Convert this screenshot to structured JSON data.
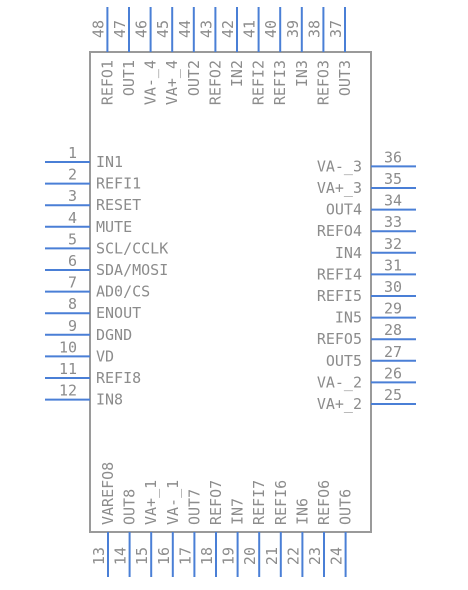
{
  "colors": {
    "pin": "#4a7fd6",
    "body": "#9a9a9a",
    "text": "#8c8c8c",
    "background": "#ffffff"
  },
  "pins": {
    "left": [
      {
        "num": "1",
        "name": "IN1"
      },
      {
        "num": "2",
        "name": "REFI1"
      },
      {
        "num": "3",
        "name": "RESET"
      },
      {
        "num": "4",
        "name": "MUTE"
      },
      {
        "num": "5",
        "name": "SCL/CCLK"
      },
      {
        "num": "6",
        "name": "SDA/MOSI"
      },
      {
        "num": "7",
        "name": "AD0/CS"
      },
      {
        "num": "8",
        "name": "ENOUT"
      },
      {
        "num": "9",
        "name": "DGND"
      },
      {
        "num": "10",
        "name": "VD"
      },
      {
        "num": "11",
        "name": "REFI8"
      },
      {
        "num": "12",
        "name": "IN8"
      }
    ],
    "bottom": [
      {
        "num": "13",
        "name": "VAREFO8"
      },
      {
        "num": "14",
        "name": "OUT8"
      },
      {
        "num": "15",
        "name": "VA+_1"
      },
      {
        "num": "16",
        "name": "VA-_1"
      },
      {
        "num": "17",
        "name": "OUT7"
      },
      {
        "num": "18",
        "name": "REFO7"
      },
      {
        "num": "19",
        "name": "IN7"
      },
      {
        "num": "20",
        "name": "REFI7"
      },
      {
        "num": "21",
        "name": "REFI6"
      },
      {
        "num": "22",
        "name": "IN6"
      },
      {
        "num": "23",
        "name": "REFO6"
      },
      {
        "num": "24",
        "name": "OUT6"
      }
    ],
    "right": [
      {
        "num": "25",
        "name": "VA+_2"
      },
      {
        "num": "26",
        "name": "VA-_2"
      },
      {
        "num": "27",
        "name": "OUT5"
      },
      {
        "num": "28",
        "name": "REFO5"
      },
      {
        "num": "29",
        "name": "IN5"
      },
      {
        "num": "30",
        "name": "REFI5"
      },
      {
        "num": "31",
        "name": "REFI4"
      },
      {
        "num": "32",
        "name": "IN4"
      },
      {
        "num": "33",
        "name": "REFO4"
      },
      {
        "num": "34",
        "name": "OUT4"
      },
      {
        "num": "35",
        "name": "VA+_3"
      },
      {
        "num": "36",
        "name": "VA-_3"
      }
    ],
    "top": [
      {
        "num": "37",
        "name": "OUT3"
      },
      {
        "num": "38",
        "name": "REFO3"
      },
      {
        "num": "39",
        "name": "IN3"
      },
      {
        "num": "40",
        "name": "REFI3"
      },
      {
        "num": "41",
        "name": "REFI2"
      },
      {
        "num": "42",
        "name": "IN2"
      },
      {
        "num": "43",
        "name": "REFO2"
      },
      {
        "num": "44",
        "name": "OUT2"
      },
      {
        "num": "45",
        "name": "VA+_4"
      },
      {
        "num": "46",
        "name": "VA-_4"
      },
      {
        "num": "47",
        "name": "OUT1"
      },
      {
        "num": "48",
        "name": "REFO1"
      }
    ]
  }
}
